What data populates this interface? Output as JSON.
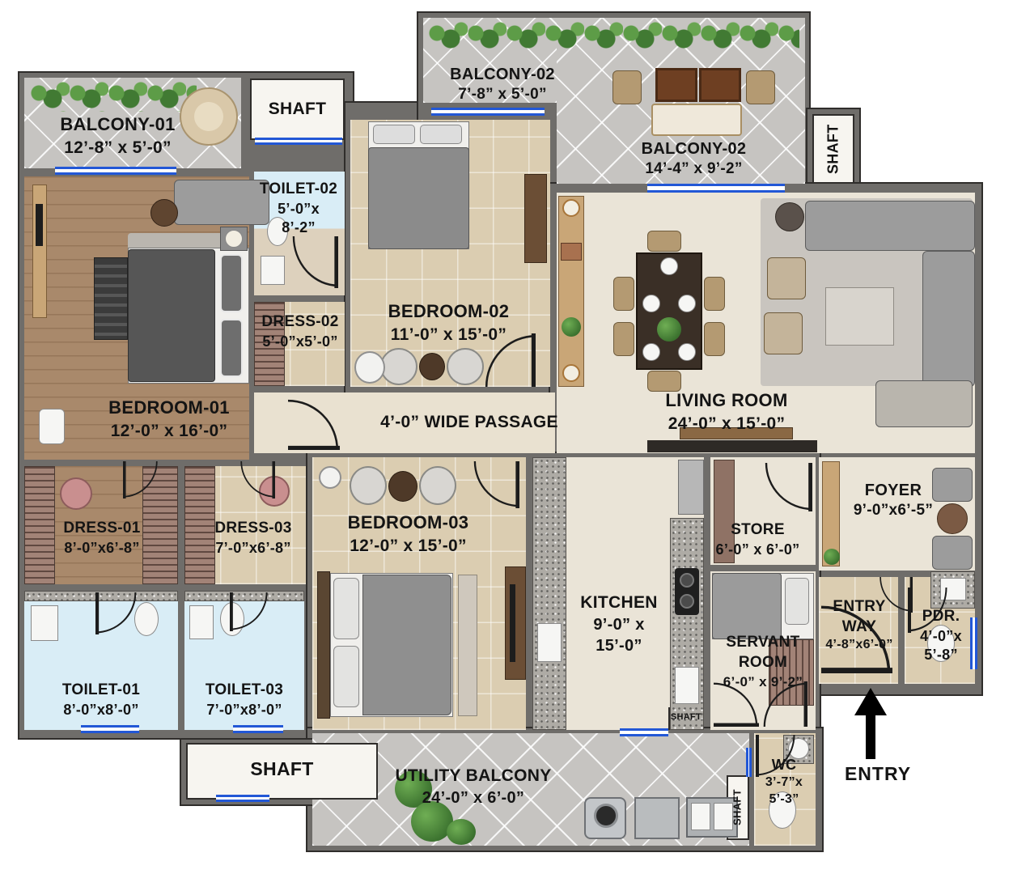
{
  "rooms": {
    "balcony01": {
      "name": "BALCONY-01",
      "dims": "12’-8” x 5’-0”"
    },
    "shaft1": {
      "name": "SHAFT"
    },
    "toilet02": {
      "name": "TOILET-02",
      "dims1": "5’-0”x",
      "dims2": "8’-2”"
    },
    "bedroom02": {
      "name": "BEDROOM-02",
      "dims": "11’-0” x 15’-0”"
    },
    "balcony02a": {
      "name": "BALCONY-02",
      "dims": "7’-8” x 5’-0”"
    },
    "balcony02b": {
      "name": "BALCONY-02",
      "dims": "14’-4” x 9’-2”"
    },
    "shaft2": {
      "name": "SHAFT"
    },
    "livingRoom": {
      "name": "LIVING ROOM",
      "dims": "24’-0” x 15’-0”"
    },
    "bedroom01": {
      "name": "BEDROOM-01",
      "dims": "12’-0” x 16’-0”"
    },
    "dress02": {
      "name": "DRESS-02",
      "dims": "5’-0”x5’-0”"
    },
    "passage": {
      "name": "4’-0” WIDE PASSAGE"
    },
    "dress01": {
      "name": "DRESS-01",
      "dims": "8’-0”x6’-8”"
    },
    "dress03": {
      "name": "DRESS-03",
      "dims": "7’-0”x6’-8”"
    },
    "bedroom03": {
      "name": "BEDROOM-03",
      "dims": "12’-0” x 15’-0”"
    },
    "kitchen": {
      "name": "KITCHEN",
      "dims1": "9’-0” x",
      "dims2": "15’-0”"
    },
    "store": {
      "name": "STORE",
      "dims": "6’-0” x 6’-0”"
    },
    "servantRoom": {
      "name1": "SERVANT",
      "name2": "ROOM",
      "dims": "6’-0” x 9’-2”"
    },
    "foyer": {
      "name": "FOYER",
      "dims": "9’-0”x6’-5”"
    },
    "entryWay": {
      "name1": "ENTRY",
      "name2": "WAY",
      "dims": "4’-8”x6’-0”"
    },
    "pdr": {
      "name": "PDR.",
      "dims1": "4’-0”x",
      "dims2": "5’-8”"
    },
    "toilet01": {
      "name": "TOILET-01",
      "dims": "8’-0”x8’-0”"
    },
    "toilet03": {
      "name": "TOILET-03",
      "dims": "7’-0”x8’-0”"
    },
    "shaft3": {
      "name": "SHAFT"
    },
    "utilityBalcony": {
      "name": "UTILITY BALCONY",
      "dims": "24’-0” x 6’-0”"
    },
    "wc": {
      "name": "WC",
      "dims1": "3’-7”x",
      "dims2": "5’-3”"
    },
    "shaft4": {
      "name": "SHAFT"
    },
    "shaft5": {
      "name": "SHAFT"
    }
  },
  "entry": {
    "label": "ENTRY"
  },
  "colors": {
    "wall": "#6f6d6a",
    "window": "#2257d6",
    "balconyTile": "#c6c4c1",
    "beigeTile": "#dbcdb1",
    "wood": "#a9896b",
    "cream": "#eae4d7",
    "toiletBlue": "#d9edf6",
    "text": "#141414"
  }
}
